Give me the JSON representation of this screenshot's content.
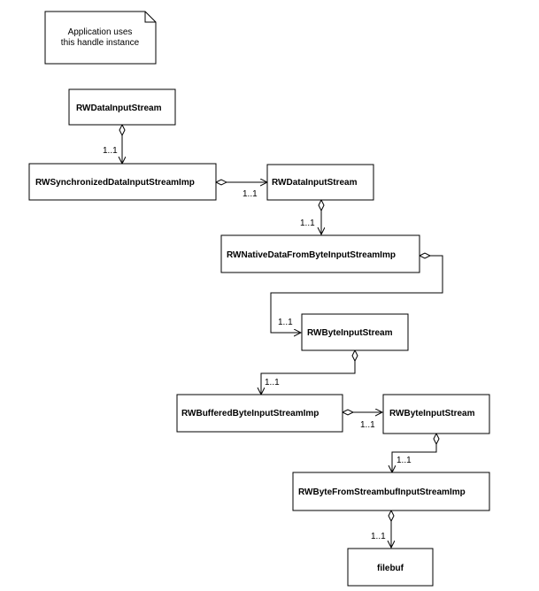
{
  "note": {
    "line1": "Application uses",
    "line2": "this handle instance"
  },
  "classes": {
    "rw_data_input_stream_top": "RWDataInputStream",
    "rw_synchronized_data_input_stream_imp": "RWSynchronizedDataInputStreamImp",
    "rw_data_input_stream_mid": "RWDataInputStream",
    "rw_native_data_from_byte_input_stream_imp": "RWNativeDataFromByteInputStreamImp",
    "rw_byte_input_stream_a": "RWByteInputStream",
    "rw_buffered_byte_input_stream_imp": "RWBufferedByteInputStreamImp",
    "rw_byte_input_stream_b": "RWByteInputStream",
    "rw_byte_from_streambuf_input_stream_imp": "RWByteFromStreambufInputStreamImp",
    "filebuf": "filebuf"
  },
  "multiplicities": {
    "m1": "1..1",
    "m2": "1..1",
    "m3": "1..1",
    "m4": "1..1",
    "m5": "1..1",
    "m6": "1..1",
    "m7": "1..1",
    "m8": "1..1"
  }
}
